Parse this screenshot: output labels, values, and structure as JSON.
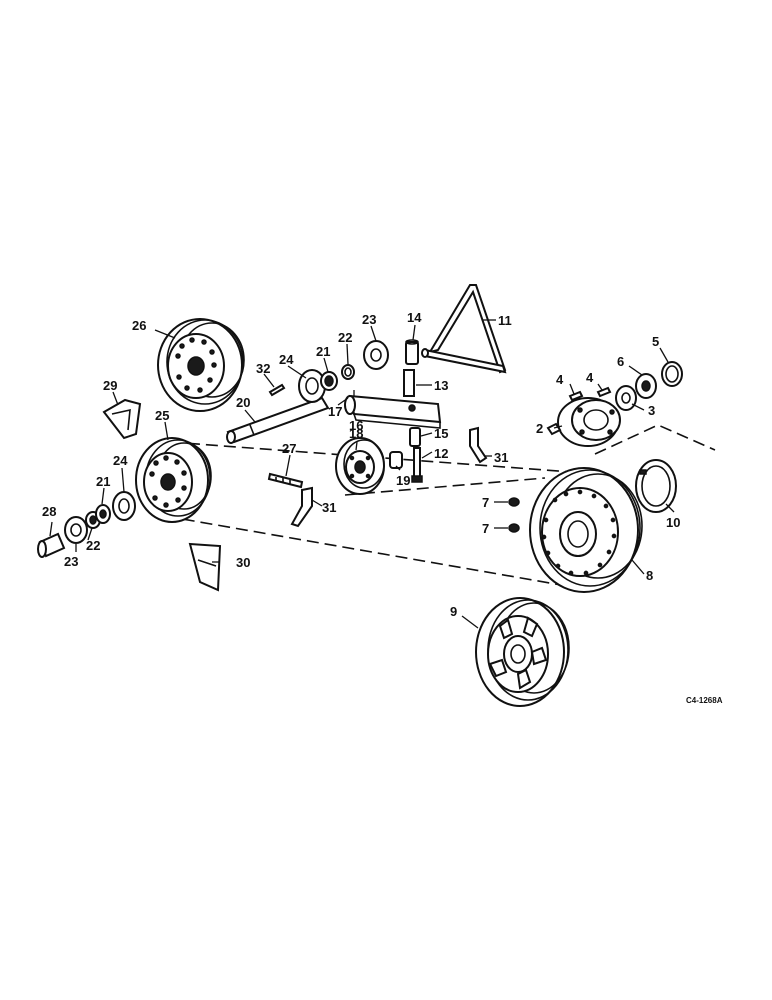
{
  "drawing_code": "C4-1268A",
  "callouts": [
    {
      "id": "c2",
      "text": "2"
    },
    {
      "id": "c3",
      "text": "3"
    },
    {
      "id": "c4a",
      "text": "4"
    },
    {
      "id": "c4b",
      "text": "4"
    },
    {
      "id": "c5",
      "text": "5"
    },
    {
      "id": "c6",
      "text": "6"
    },
    {
      "id": "c7a",
      "text": "7"
    },
    {
      "id": "c7b",
      "text": "7"
    },
    {
      "id": "c8",
      "text": "8"
    },
    {
      "id": "c9",
      "text": "9"
    },
    {
      "id": "c10",
      "text": "10"
    },
    {
      "id": "c11",
      "text": "11"
    },
    {
      "id": "c12",
      "text": "12"
    },
    {
      "id": "c13",
      "text": "13"
    },
    {
      "id": "c14",
      "text": "14"
    },
    {
      "id": "c15",
      "text": "15"
    },
    {
      "id": "c16",
      "text": "16"
    },
    {
      "id": "c17",
      "text": "17"
    },
    {
      "id": "c18",
      "text": "18"
    },
    {
      "id": "c19",
      "text": "19"
    },
    {
      "id": "c20",
      "text": "20"
    },
    {
      "id": "c21a",
      "text": "21"
    },
    {
      "id": "c21b",
      "text": "21"
    },
    {
      "id": "c22a",
      "text": "22"
    },
    {
      "id": "c22b",
      "text": "22"
    },
    {
      "id": "c23a",
      "text": "23"
    },
    {
      "id": "c23b",
      "text": "23"
    },
    {
      "id": "c24a",
      "text": "24"
    },
    {
      "id": "c24b",
      "text": "24"
    },
    {
      "id": "c25",
      "text": "25"
    },
    {
      "id": "c26",
      "text": "26"
    },
    {
      "id": "c27",
      "text": "27"
    },
    {
      "id": "c28",
      "text": "28"
    },
    {
      "id": "c29",
      "text": "29"
    },
    {
      "id": "c30",
      "text": "30"
    },
    {
      "id": "c31a",
      "text": "31"
    },
    {
      "id": "c31b",
      "text": "31"
    },
    {
      "id": "c32",
      "text": "32"
    }
  ]
}
